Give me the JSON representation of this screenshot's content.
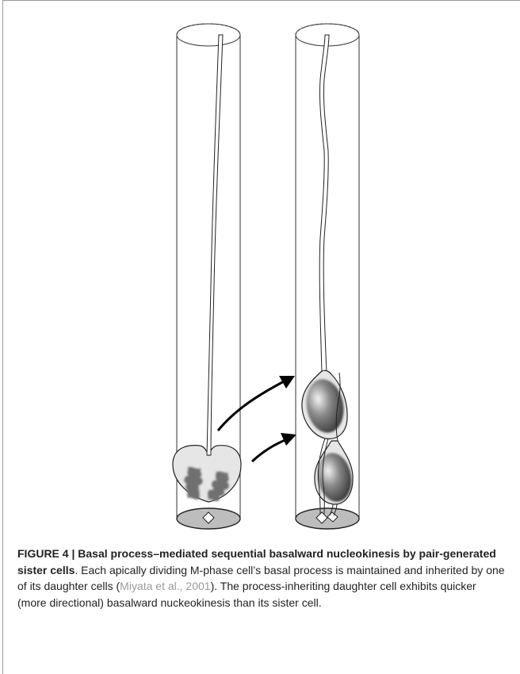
{
  "caption": {
    "label": "FIGURE 4 | ",
    "title": "Basal process–mediated sequential basalward nucleokinesis by pair-generated sister cells",
    "text_1": ". Each apically dividing M-phase cell’s basal process is maintained and inherited by one of its daughter cells (",
    "citation": "Miyata et al., 2001",
    "text_2": "). The process-inheriting daughter cell exhibits quicker (more directional) basalward nuckeokinesis than its sister cell."
  },
  "colors": {
    "citation": "#9a9a9a",
    "chromosomes": "#707070",
    "cell_body": "#e6e6e6",
    "cylinder_base": "#bdbdbd"
  }
}
